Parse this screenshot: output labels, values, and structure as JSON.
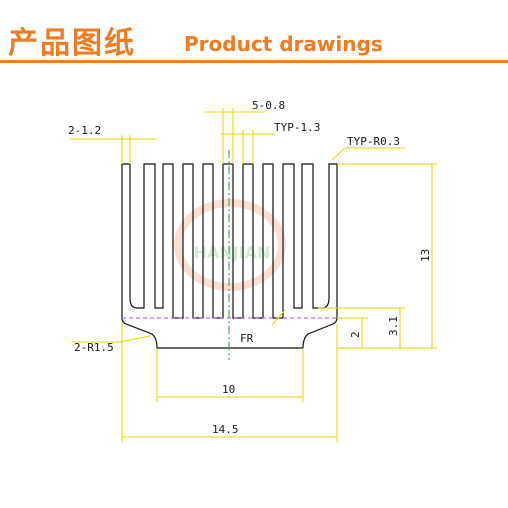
{
  "header": {
    "title_cn": "产品图纸",
    "title_en": "Product drawings",
    "accent_color": "#ef7c22"
  },
  "drawing": {
    "dimensions": {
      "fin_width": "2-1.2",
      "fin_gap": "5-0.8",
      "typ_width": "TYP-1.3",
      "typ_radius": "TYP-R0.3",
      "base_radius": "2-R1.5",
      "height_total": "13",
      "base_height_a": "3.1",
      "base_height_b": "2",
      "bottom_width": "10",
      "overall_width": "14.5",
      "surface_note": "FR"
    },
    "watermark_text": "HANJIAN"
  }
}
